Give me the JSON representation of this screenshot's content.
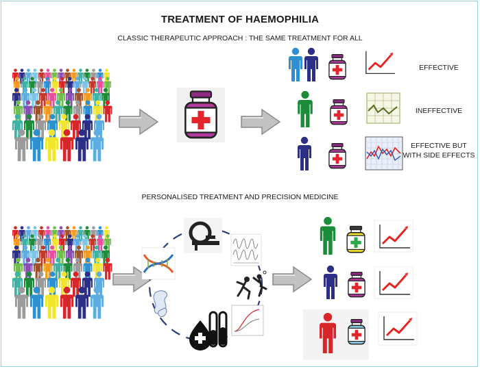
{
  "title": "TREATMENT OF HAEMOPHILIA",
  "sections": {
    "classic": {
      "heading": "CLASSIC THERAPEUTIC APPROACH : THE SAME TREATMENT FOR ALL",
      "outcomes": [
        "EFFECTIVE",
        "INEFFECTIVE",
        "EFFECTIVE BUT WITH SIDE EFFECTS"
      ]
    },
    "personalised": {
      "heading": "PERSONALISED TREATMENT AND PRECISION MEDICINE"
    }
  },
  "colors": {
    "frame": "#8fd3dd",
    "arrow": "#b8b8b8",
    "bottle_cap": "#8b2b82",
    "cross_red": "#e2262b",
    "trend_red": "#e52421",
    "blue_person": "#2e8fd1",
    "navy_person": "#2b2f86",
    "green_person": "#1c8c3a",
    "red_person": "#d7262a",
    "yellow_bottle": "#f3e52b"
  },
  "icons": [
    "crowd-icon",
    "arrow-icon",
    "medicine-bottle-icon",
    "person-icon",
    "trend-chart-icon",
    "dna-icon",
    "mri-scanner-icon",
    "sports-icon",
    "blood-drop-icon",
    "test-tubes-icon",
    "joint-icon",
    "growth-curve-icon",
    "waveform-icon"
  ]
}
